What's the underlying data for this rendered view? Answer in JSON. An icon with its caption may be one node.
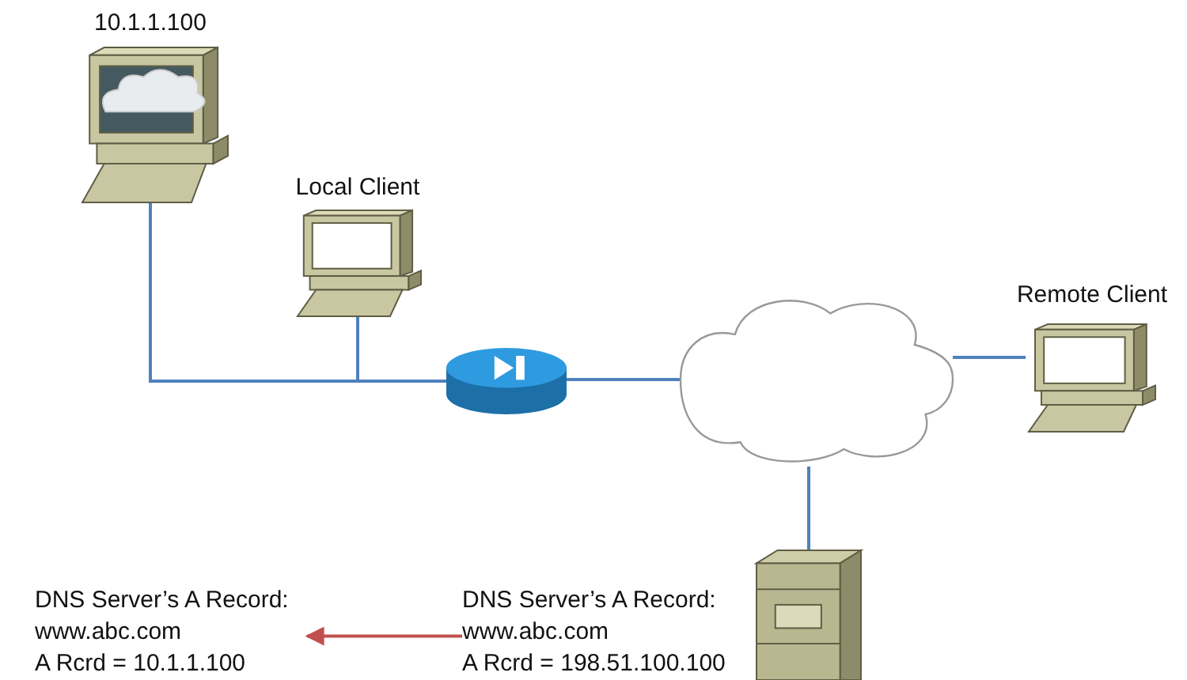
{
  "diagram": {
    "nodes": [
      {
        "text": [
          "10.1.1.100"
        ]
      },
      {
        "text": [
          "Local Client"
        ]
      },
      {
        "text": [],
        "shape": "picture"
      },
      {
        "text": [],
        "shape": "cloud"
      },
      {
        "text": [
          "Remote Client"
        ]
      },
      {
        "text": [],
        "shape": "picture"
      },
      {
        "text": [
          "DNS Server’s A Record:",
          "www.abc.com",
          "A Rcrd = 10.1.1.100"
        ]
      },
      {
        "text": [
          "DNS Server’s A Record:",
          "www.abc.com",
          "A Rcrd = 198.51.100.100"
        ]
      }
    ],
    "edges": [
      {
        "from": 0,
        "to": 2,
        "arrow": "none"
      },
      {
        "from": 1,
        "to": 2,
        "arrow": "none"
      },
      {
        "from": 2,
        "to": 3,
        "arrow": "none"
      },
      {
        "from": 3,
        "to": 4,
        "arrow": "none"
      },
      {
        "from": 3,
        "to": 5,
        "arrow": "none"
      },
      {
        "from": 7,
        "to": 6,
        "arrow": "to",
        "color": "#c0504d"
      }
    ]
  }
}
